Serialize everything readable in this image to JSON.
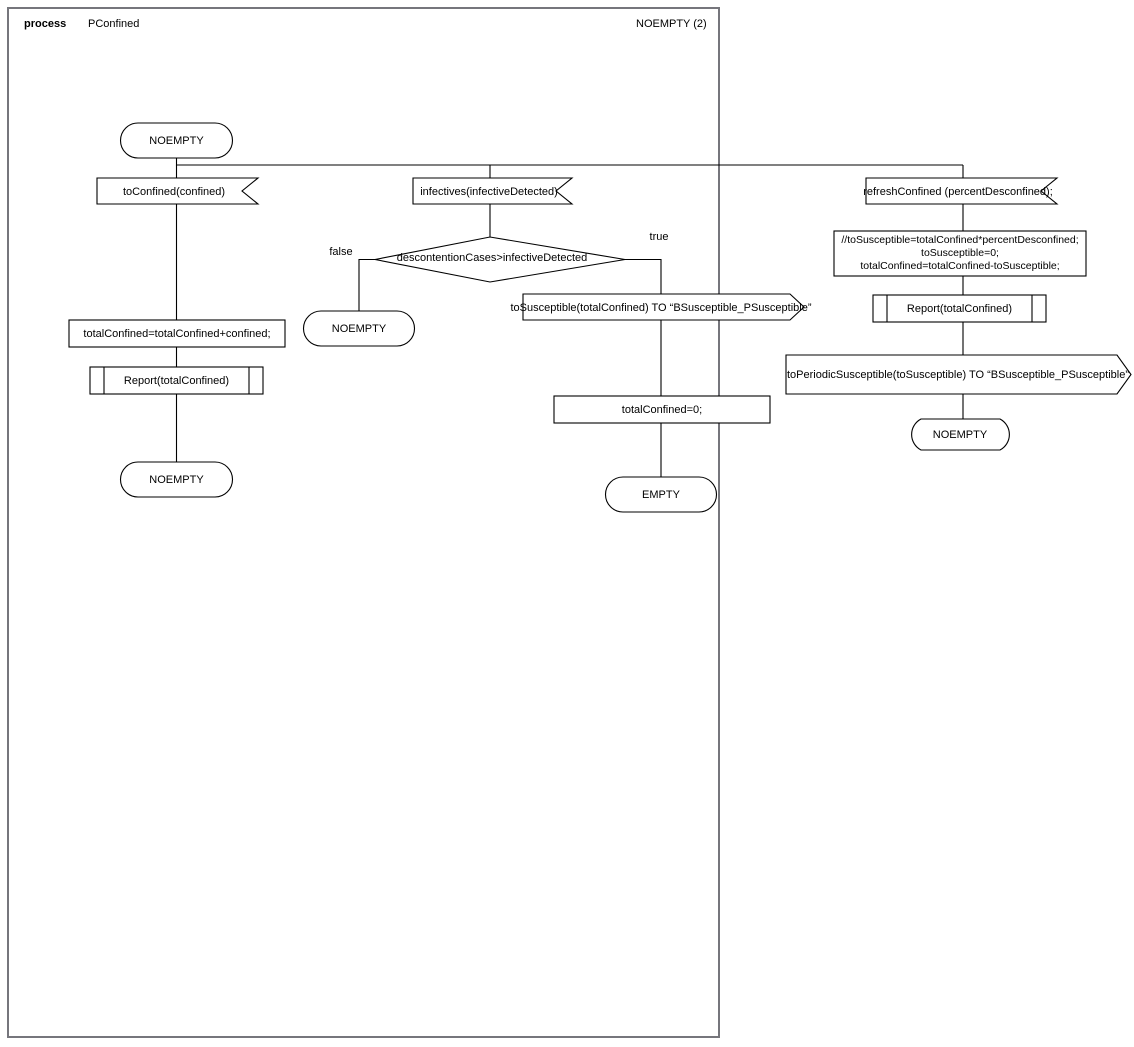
{
  "page": {
    "header_keyword": "process",
    "header_name": "PConfined",
    "header_right": "NOEMPTY (2)",
    "frame_color": "#76767c",
    "line_color": "#000000",
    "background": "#ffffff"
  },
  "diagram": {
    "type": "sdl-process",
    "branch_labels": {
      "false": "false",
      "true": "true"
    },
    "branch1": {
      "state_start": "NOEMPTY",
      "input": "toConfined(confined)",
      "task": "totalConfined=totalConfined+confined;",
      "procedure": "Report(totalConfined)",
      "state_end": "NOEMPTY"
    },
    "branch2": {
      "input": "infectives(infectiveDetected)",
      "decision": "descontentionCases>infectiveDetected",
      "false_state": "NOEMPTY",
      "output": "toSusceptible(totalConfined) TO “BSusceptible_PSusceptible”",
      "task": "totalConfined=0;",
      "state_end": "EMPTY"
    },
    "branch3": {
      "input": "refreshConfined (percentDesconfined);",
      "task_line1": "//toSusceptible=totalConfined*percentDesconfined;",
      "task_line2": "toSusceptible=0;",
      "task_line3": "totalConfined=totalConfined-toSusceptible;",
      "procedure": "Report(totalConfined)",
      "output": "toPeriodicSusceptible(toSusceptible) TO “BSusceptible_PSusceptible”",
      "state_end": "NOEMPTY"
    }
  }
}
